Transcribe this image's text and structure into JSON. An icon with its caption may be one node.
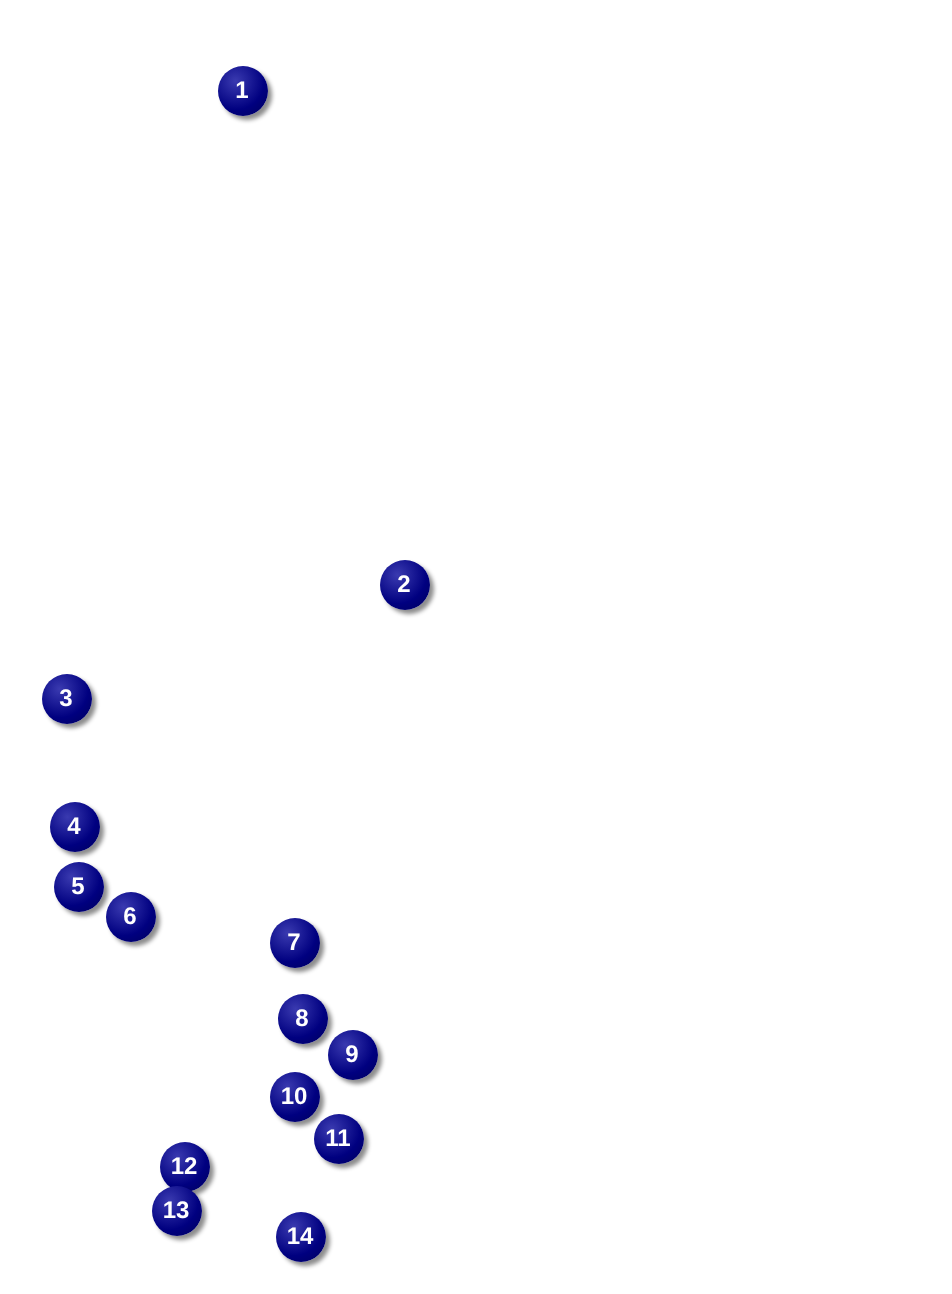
{
  "diagram": {
    "labels": [
      "1",
      "2",
      "3",
      "4",
      "5",
      "6",
      "7",
      "8",
      "9",
      "10",
      "11",
      "12",
      "13",
      "14"
    ]
  }
}
